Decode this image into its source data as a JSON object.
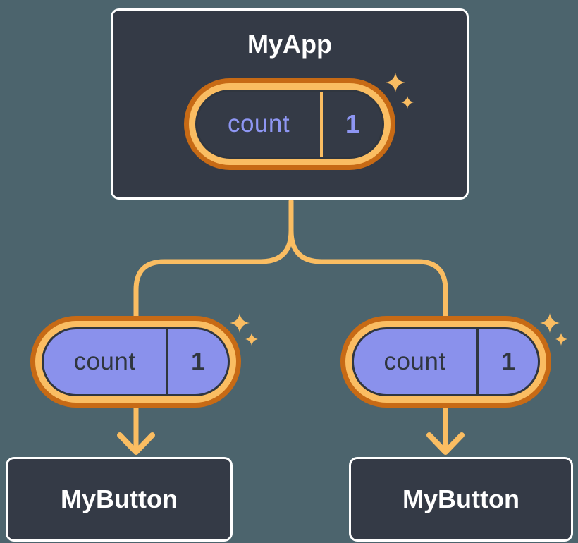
{
  "palette": {
    "background": "#4C646D",
    "node-fill": "#343A46",
    "node-border": "#FFFFFF",
    "accent-dark-orange": "#C76A15",
    "accent-light-orange": "#FABD62",
    "state-purple": "#8A91EC",
    "state-text-light": "#8E96F3",
    "dark-line": "#30363F",
    "white-text": "#FFFFFF"
  },
  "icons": {
    "sparkle": "four-point-star",
    "arrow": "downward chevron arrow"
  },
  "diagram": {
    "root": {
      "title": "MyApp",
      "state": {
        "label": "count",
        "value": "1"
      }
    },
    "children": [
      {
        "title": "MyButton",
        "prop": {
          "label": "count",
          "value": "1"
        }
      },
      {
        "title": "MyButton",
        "prop": {
          "label": "count",
          "value": "1"
        }
      }
    ]
  }
}
